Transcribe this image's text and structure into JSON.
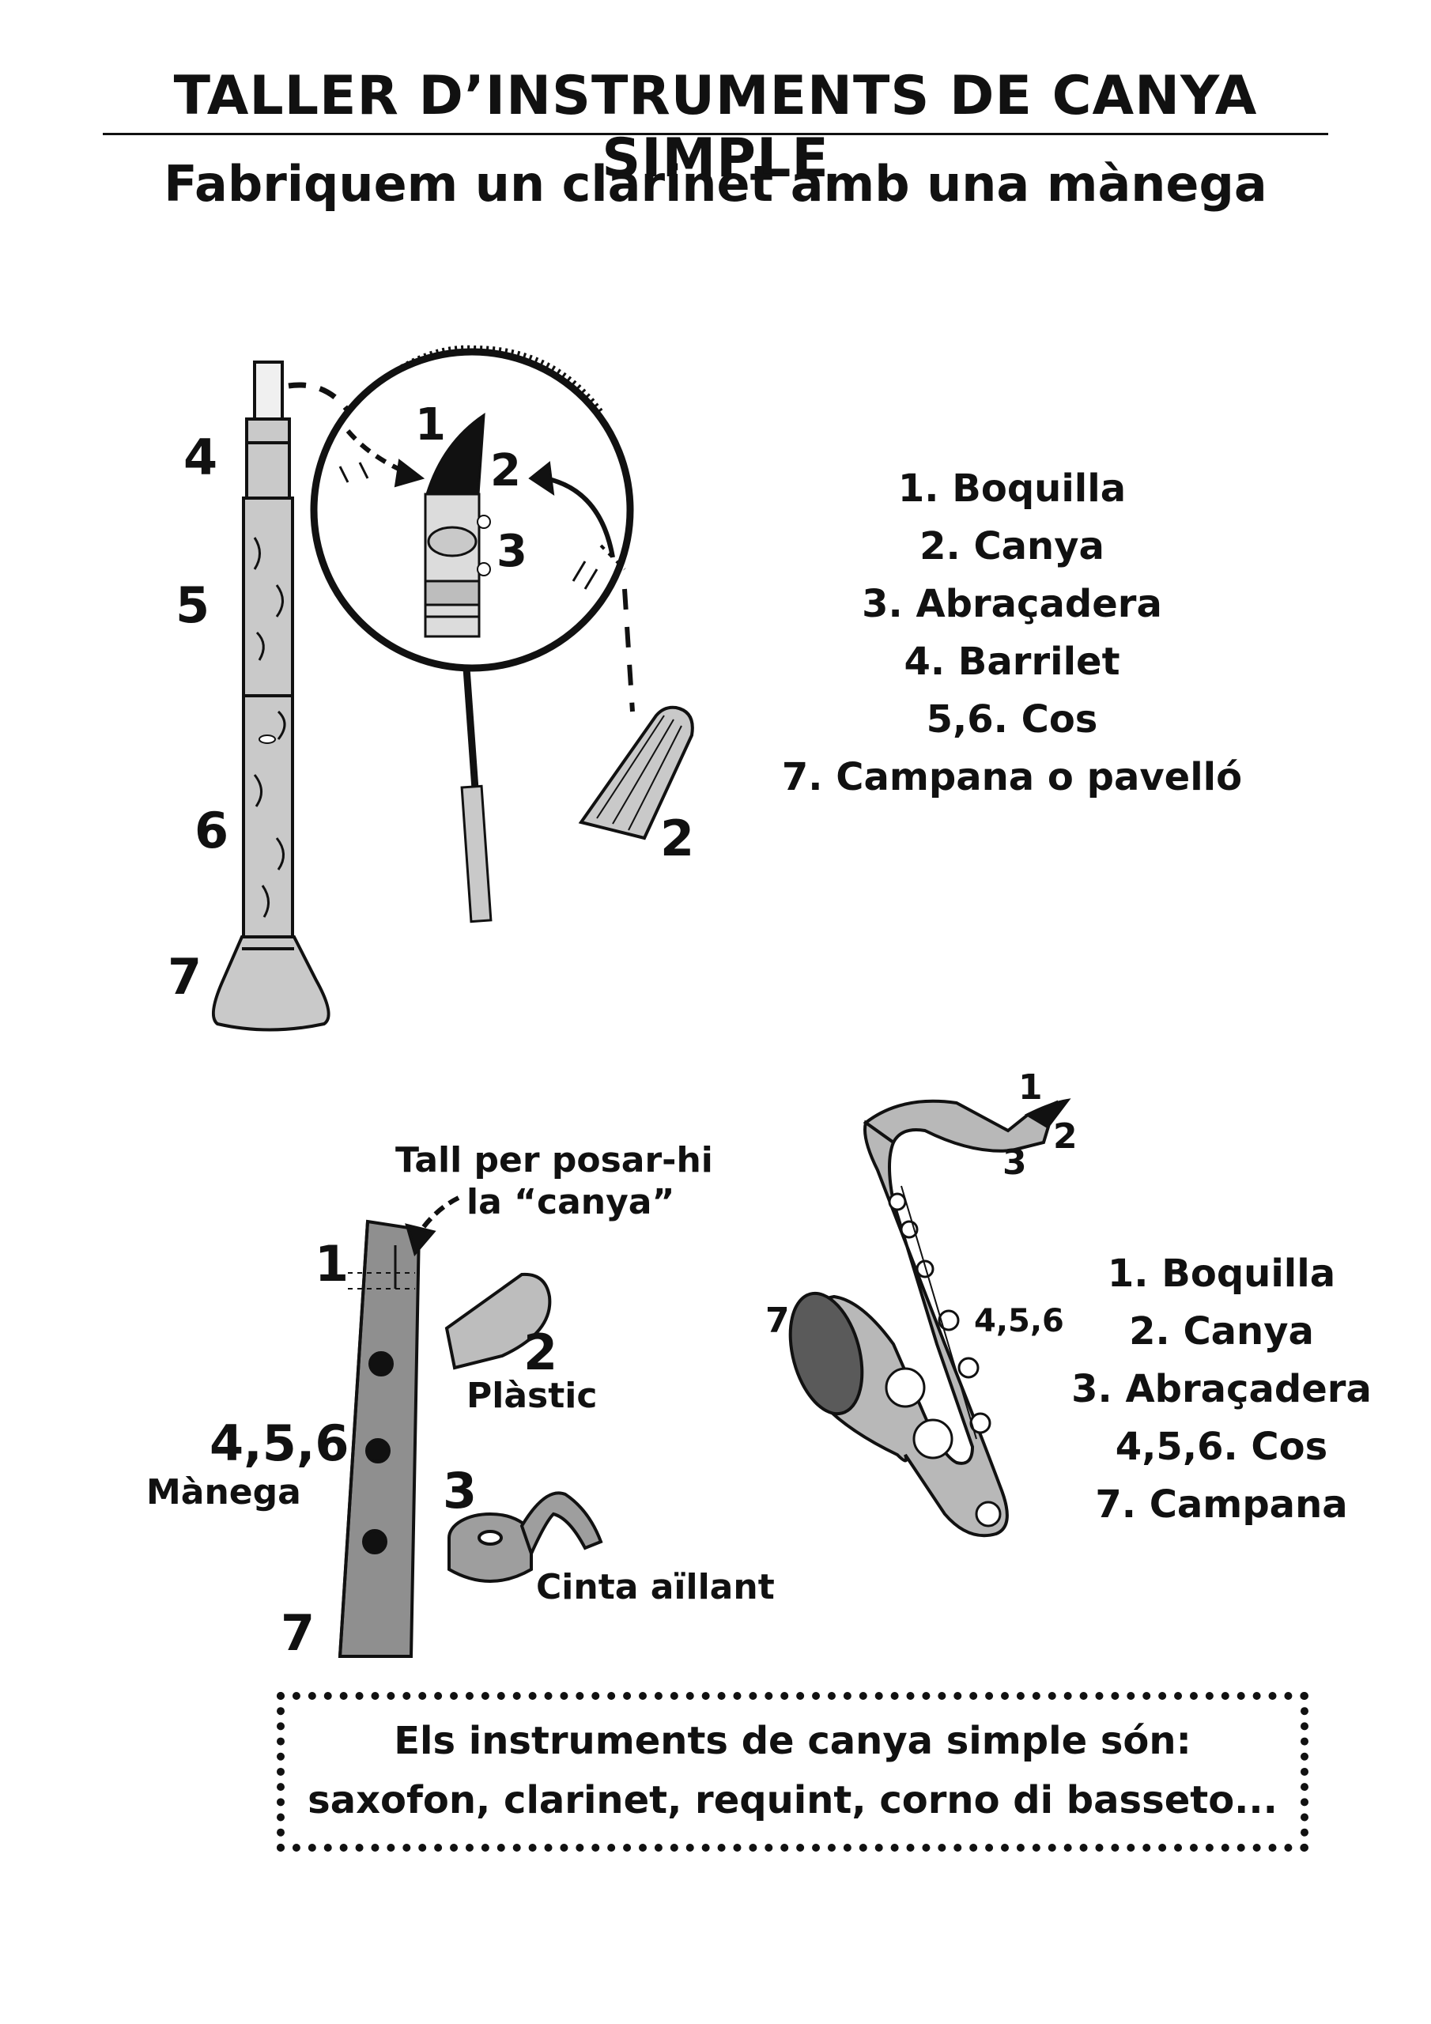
{
  "title": "TALLER D’INSTRUMENTS DE CANYA SIMPLE",
  "subtitle": "Fabriquem un clarinet amb una mànega",
  "clarinet": {
    "labels": {
      "n4": "4",
      "n5": "5",
      "n6": "6",
      "n7": "7"
    },
    "zoom_labels": {
      "n1": "1",
      "n2": "2",
      "n3": "3"
    },
    "reed_label": "2",
    "legend": [
      "1. Boquilla",
      "2. Canya",
      "3. Abraçadera",
      "4. Barrilet",
      "5,6. Cos",
      "7. Campana o pavelló"
    ]
  },
  "hose": {
    "cut_note_line1": "Tall per posar-hi",
    "cut_note_line2": "la “canya”",
    "n1": "1",
    "n456": "4,5,6",
    "manega": "Mànega",
    "n7": "7",
    "n2": "2",
    "plastic": "Plàstic",
    "n3": "3",
    "tape": "Cinta aïllant"
  },
  "sax": {
    "n1": "1",
    "n2": "2",
    "n3": "3",
    "n7": "7",
    "n456": "4,5,6",
    "legend": [
      "1. Boquilla",
      "2. Canya",
      "3. Abraçadera",
      "4,5,6. Cos",
      "7. Campana"
    ]
  },
  "footer": {
    "line1": "Els instruments de canya simple són:",
    "line2": "saxofon, clarinet, requint, corno di basseto..."
  }
}
